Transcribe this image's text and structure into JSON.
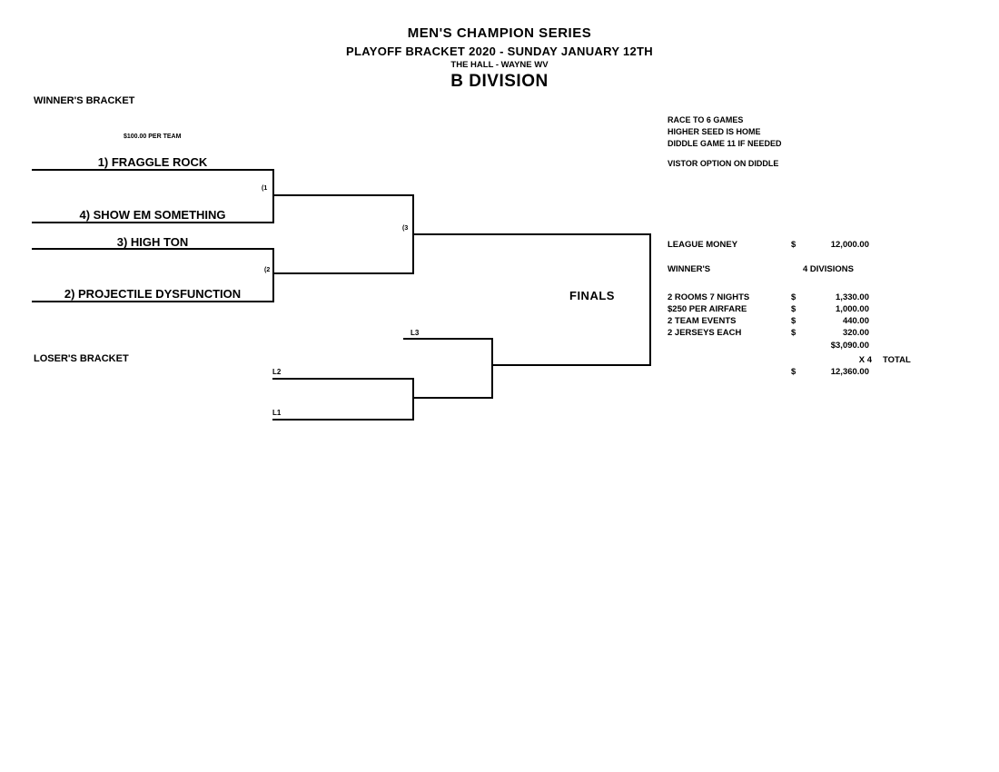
{
  "header": {
    "title": "MEN'S CHAMPION SERIES",
    "subtitle": "PLAYOFF BRACKET 2020 - SUNDAY JANUARY 12TH",
    "venue": "THE HALL - WAYNE WV",
    "division": "B DIVISION"
  },
  "winners_bracket": {
    "label": "WINNER'S BRACKET",
    "entry_fee": "$100.00 PER TEAM",
    "teams": {
      "seed1": "1) FRAGGLE ROCK",
      "seed4": "4) SHOW EM SOMETHING",
      "seed3": "3) HIGH TON",
      "seed2": "2) PROJECTILE DYSFUNCTION"
    },
    "game_labels": {
      "game1": "(1",
      "game2": "(2",
      "game3": "(3"
    }
  },
  "losers_bracket": {
    "label": "LOSER'S BRACKET",
    "slots": {
      "l1": "L1",
      "l2": "L2",
      "l3": "L3"
    }
  },
  "finals_label": "FINALS",
  "rules": {
    "line1": "RACE TO 6 GAMES",
    "line2": "HIGHER SEED IS HOME",
    "line3": "DIDDLE GAME 11 IF NEEDED",
    "line4": "VISTOR OPTION ON DIDDLE"
  },
  "money": {
    "league": {
      "label": "LEAGUE MONEY",
      "currency": "$",
      "amount": "12,000.00"
    },
    "winners_row": {
      "label": "WINNER'S",
      "value": "4 DIVISIONS"
    },
    "expenses": [
      {
        "label": "2 ROOMS 7 NIGHTS",
        "currency": "$",
        "amount": "1,330.00"
      },
      {
        "label": "$250 PER AIRFARE",
        "currency": "$",
        "amount": "1,000.00"
      },
      {
        "label": "2 TEAM EVENTS",
        "currency": "$",
        "amount": "440.00"
      },
      {
        "label": "2 JERSEYS EACH",
        "currency": "$",
        "amount": "320.00"
      }
    ],
    "subtotal": "$3,090.00",
    "multiplier": "X 4",
    "total_label": "TOTAL",
    "total": {
      "currency": "$",
      "amount": "12,360.00"
    }
  }
}
